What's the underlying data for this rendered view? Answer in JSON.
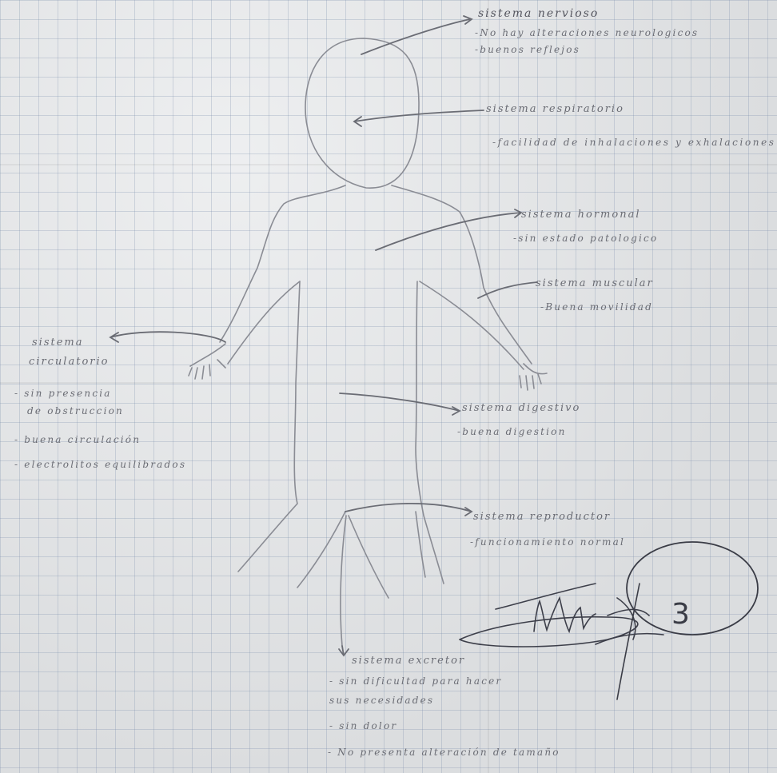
{
  "annotations": {
    "nervioso": {
      "title": "sistema nervioso",
      "lines": [
        "-No hay alteraciones neurologicos",
        "-buenos reflejos"
      ]
    },
    "respiratorio": {
      "title": "sistema respiratorio",
      "lines": [
        "-facilidad de inhalaciones y exhalaciones"
      ]
    },
    "hormonal": {
      "title": "sistema hormonal",
      "lines": [
        "-sin estado patologico"
      ]
    },
    "muscular": {
      "title": "sistema muscular",
      "lines": [
        "-Buena movilidad"
      ]
    },
    "circulatorio": {
      "title_line1": "sistema",
      "title_line2": "circulatorio",
      "lines": [
        "- sin presencia",
        "de obstruccion",
        "- buena circulación",
        "- electrolitos equilibrados"
      ]
    },
    "digestivo": {
      "title": "sistema digestivo",
      "lines": [
        "-buena digestion"
      ]
    },
    "reproductor": {
      "title": "sistema reproductor",
      "lines": [
        "-funcionamiento normal"
      ]
    },
    "excretor": {
      "title": "sistema excretor",
      "lines": [
        "- sin dificultad para hacer",
        "sus necesidades",
        "- sin dolor",
        "- No presenta alteración de tamaño"
      ]
    }
  },
  "grade": "3",
  "ink_color": "#6a6c74",
  "pencil_color": "#8a8c94",
  "paper_color": "#e4e6e8"
}
